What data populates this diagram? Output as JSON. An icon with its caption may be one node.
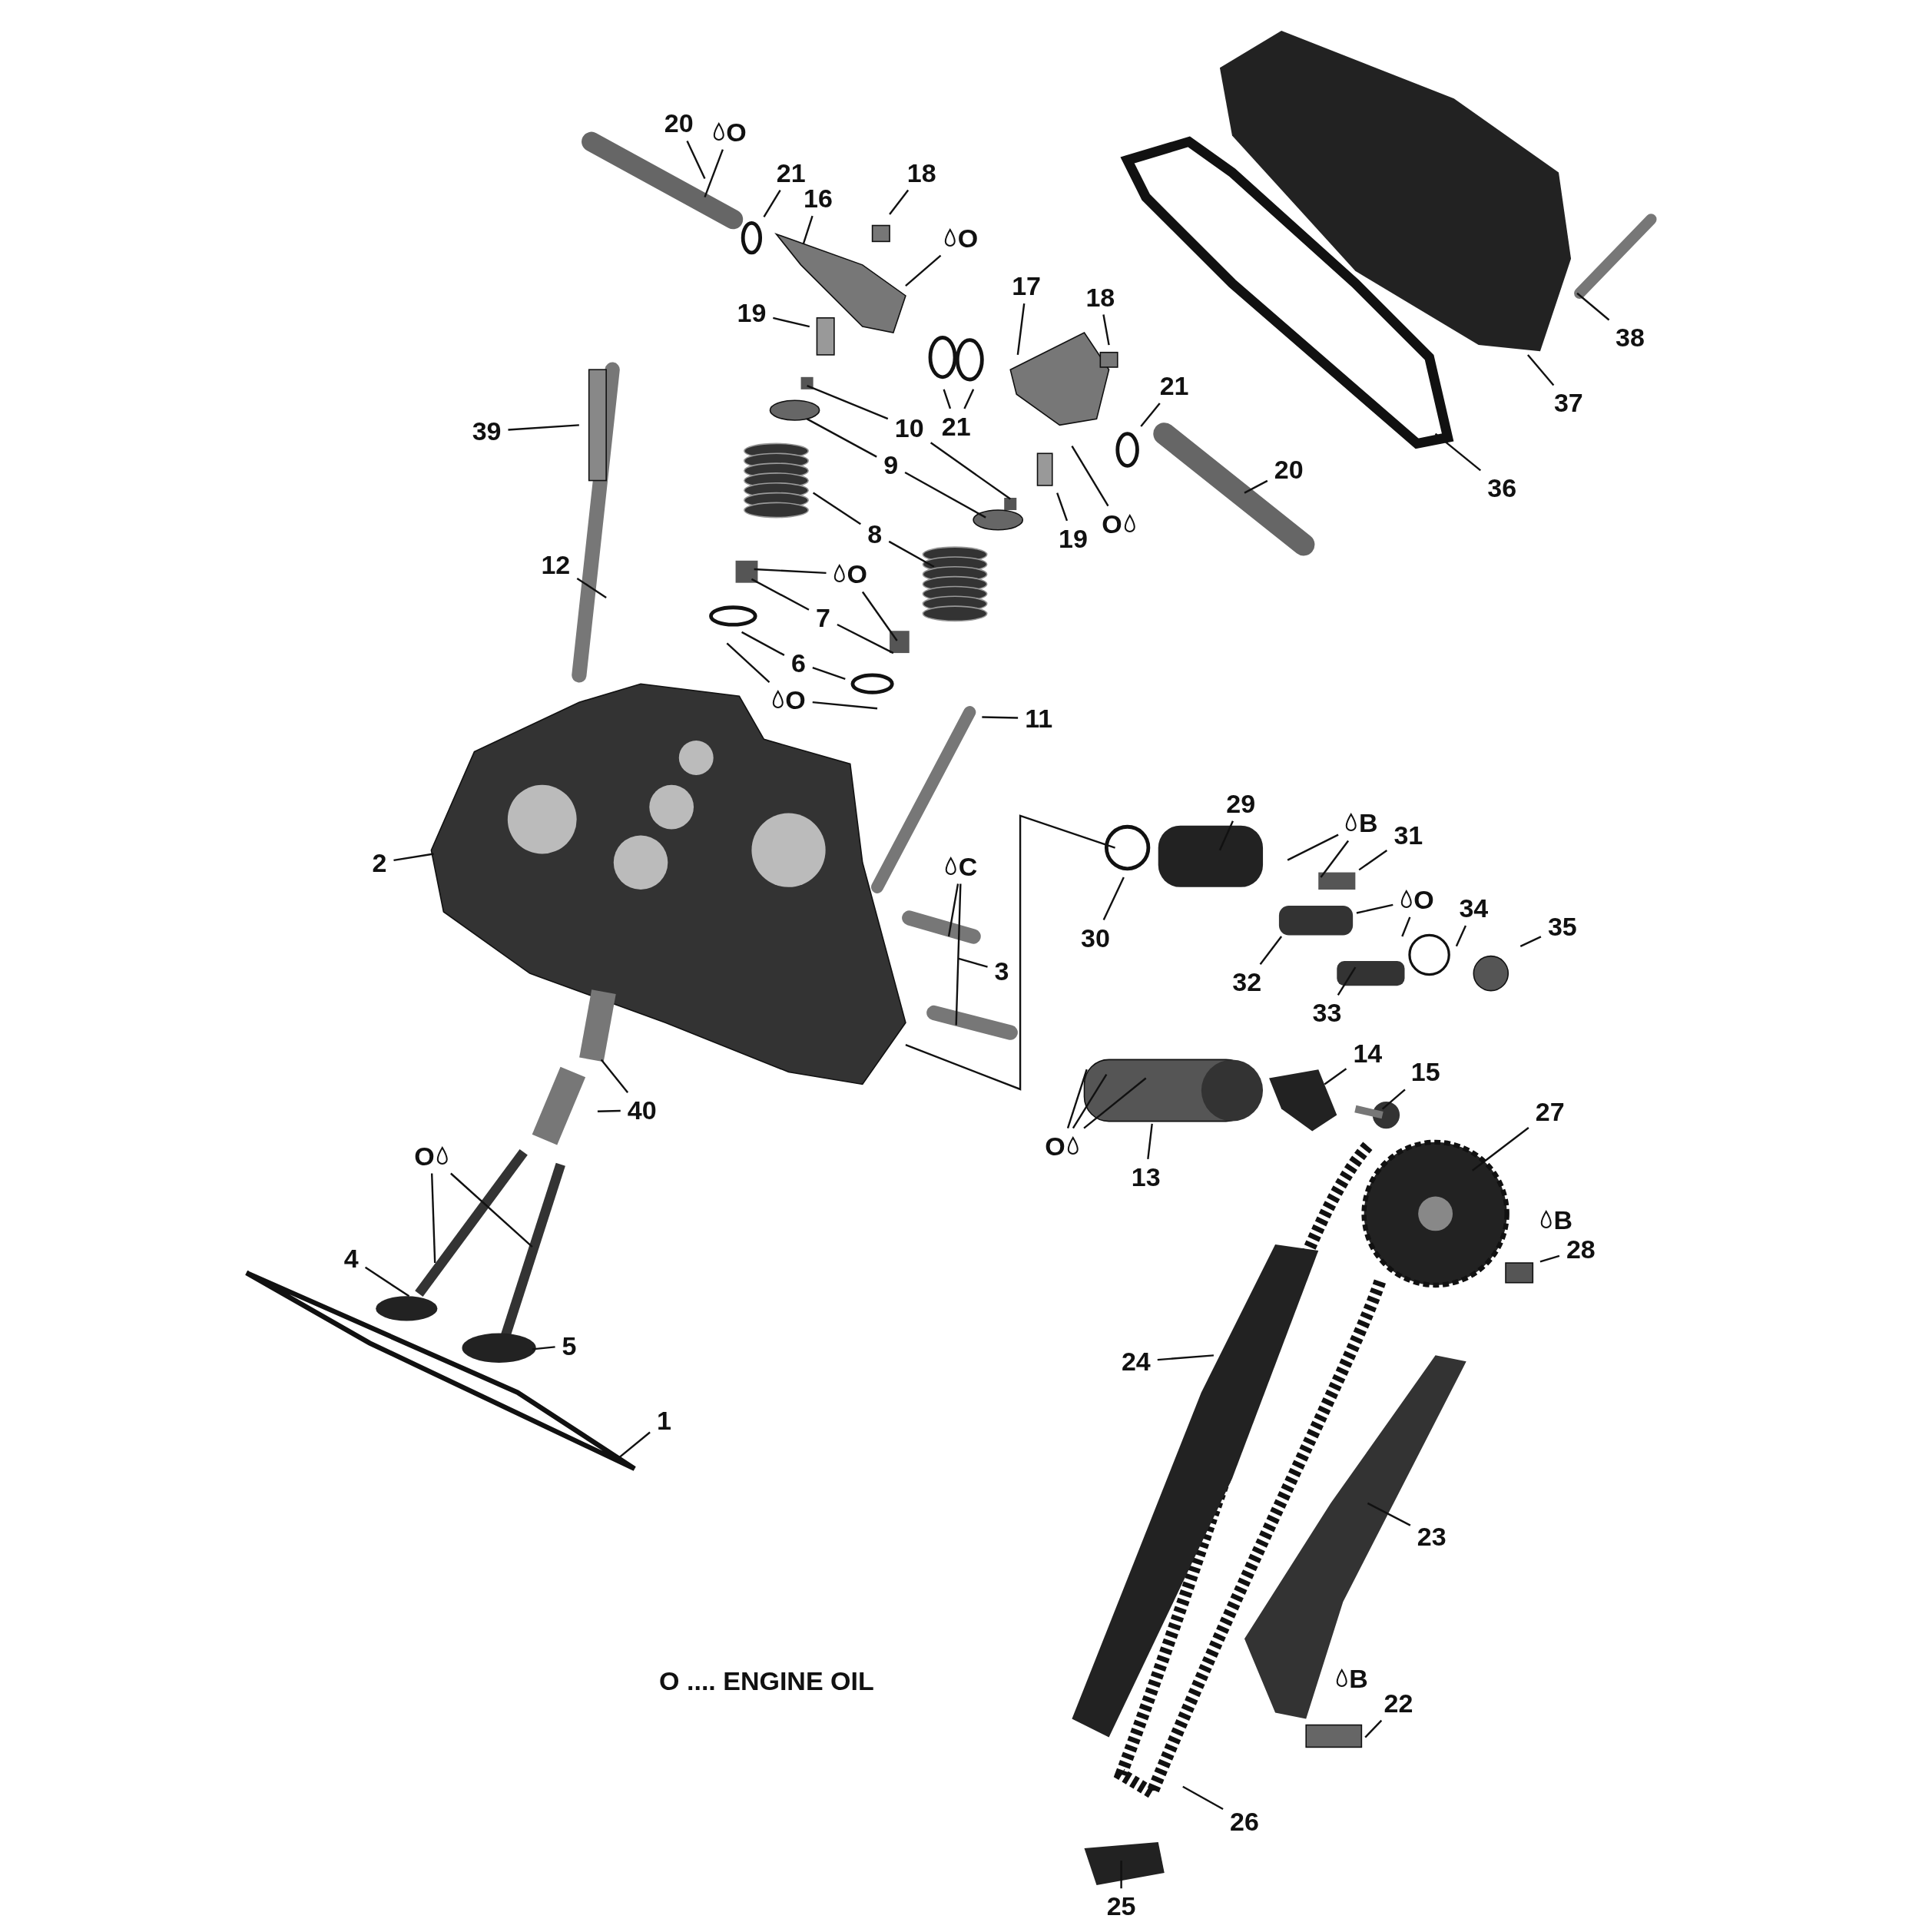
{
  "diagram": {
    "nodes": [
      {
        "text": [
          "20"
        ]
      },
      {
        "text": [
          "O"
        ]
      },
      {
        "text": [
          "21"
        ]
      },
      {
        "text": [
          "16"
        ]
      },
      {
        "text": [
          "18"
        ]
      },
      {
        "text": [
          "O"
        ]
      },
      {
        "text": [
          "19"
        ]
      },
      {
        "text": [
          "17"
        ]
      },
      {
        "text": [
          "18"
        ]
      },
      {
        "text": [
          "21"
        ]
      },
      {
        "text": [
          "21"
        ]
      },
      {
        "text": [
          "39"
        ]
      },
      {
        "text": [
          "10"
        ]
      },
      {
        "text": [
          "9"
        ]
      },
      {
        "text": [
          "8"
        ]
      },
      {
        "text": [
          "O"
        ]
      },
      {
        "text": [
          "19"
        ]
      },
      {
        "text": [
          "20"
        ]
      },
      {
        "text": [
          "36"
        ]
      },
      {
        "text": [
          "37"
        ]
      },
      {
        "text": [
          "38"
        ]
      },
      {
        "text": [
          "12"
        ]
      },
      {
        "text": [
          "O"
        ]
      },
      {
        "text": [
          "7"
        ]
      },
      {
        "text": [
          "6"
        ]
      },
      {
        "text": [
          "O"
        ]
      },
      {
        "text": [
          "11"
        ]
      },
      {
        "text": [
          "2"
        ]
      },
      {
        "text": [
          "C"
        ]
      },
      {
        "text": [
          "3"
        ]
      },
      {
        "text": [
          "29"
        ]
      },
      {
        "text": [
          "B"
        ]
      },
      {
        "text": [
          "31"
        ]
      },
      {
        "text": [
          "30"
        ]
      },
      {
        "text": [
          "O"
        ]
      },
      {
        "text": [
          "34"
        ]
      },
      {
        "text": [
          "35"
        ]
      },
      {
        "text": [
          "32"
        ]
      },
      {
        "text": [
          "33"
        ]
      },
      {
        "text": [
          "14"
        ]
      },
      {
        "text": [
          "15"
        ]
      },
      {
        "text": [
          "O"
        ]
      },
      {
        "text": [
          "13"
        ]
      },
      {
        "text": [
          "27"
        ]
      },
      {
        "text": [
          "40"
        ]
      },
      {
        "text": [
          "O"
        ]
      },
      {
        "text": [
          "4"
        ]
      },
      {
        "text": [
          "5"
        ]
      },
      {
        "text": [
          "1"
        ]
      },
      {
        "text": [
          "28"
        ]
      },
      {
        "text": [
          "24"
        ]
      },
      {
        "text": [
          "23"
        ]
      },
      {
        "text": [
          "22"
        ]
      },
      {
        "text": [
          "26"
        ]
      },
      {
        "text": [
          "25"
        ]
      }
    ],
    "edges": [
      {
        "from": 0,
        "to": null,
        "arrow": "none"
      },
      {
        "from": 1,
        "to": null,
        "arrow": "none"
      },
      {
        "from": 2,
        "to": null,
        "arrow": "none"
      },
      {
        "from": 3,
        "to": null,
        "arrow": "none"
      },
      {
        "from": 4,
        "to": null,
        "arrow": "none"
      },
      {
        "from": 5,
        "to": null,
        "arrow": "none"
      },
      {
        "from": 6,
        "to": null,
        "arrow": "none"
      },
      {
        "from": 7,
        "to": null,
        "arrow": "none"
      },
      {
        "from": 8,
        "to": null,
        "arrow": "none"
      },
      {
        "from": 9,
        "to": null,
        "arrow": "none"
      },
      {
        "from": 9,
        "to": null,
        "arrow": "none"
      },
      {
        "from": 10,
        "to": null,
        "arrow": "none"
      },
      {
        "from": 11,
        "to": null,
        "arrow": "none"
      },
      {
        "from": 12,
        "to": null,
        "arrow": "none"
      },
      {
        "from": 12,
        "to": null,
        "arrow": "none"
      },
      {
        "from": 13,
        "to": null,
        "arrow": "none"
      },
      {
        "from": 13,
        "to": null,
        "arrow": "none"
      },
      {
        "from": 14,
        "to": null,
        "arrow": "none"
      },
      {
        "from": 14,
        "to": null,
        "arrow": "none"
      },
      {
        "from": 15,
        "to": null,
        "arrow": "none"
      },
      {
        "from": 16,
        "to": null,
        "arrow": "none"
      },
      {
        "from": 17,
        "to": null,
        "arrow": "none"
      },
      {
        "from": 18,
        "to": null,
        "arrow": "none"
      },
      {
        "from": 19,
        "to": null,
        "arrow": "none"
      },
      {
        "from": 20,
        "to": null,
        "arrow": "none"
      },
      {
        "from": 21,
        "to": null,
        "arrow": "none"
      },
      {
        "from": 22,
        "to": null,
        "arrow": "none"
      },
      {
        "from": 22,
        "to": null,
        "arrow": "none"
      },
      {
        "from": 23,
        "to": null,
        "arrow": "none"
      },
      {
        "from": 23,
        "to": null,
        "arrow": "none"
      },
      {
        "from": 24,
        "to": null,
        "arrow": "none"
      },
      {
        "from": 24,
        "to": null,
        "arrow": "none"
      },
      {
        "from": 25,
        "to": null,
        "arrow": "none"
      },
      {
        "from": 25,
        "to": null,
        "arrow": "none"
      },
      {
        "from": 26,
        "to": null,
        "arrow": "none"
      },
      {
        "from": 27,
        "to": null,
        "arrow": "none"
      },
      {
        "from": 28,
        "to": null,
        "arrow": "none"
      },
      {
        "from": 28,
        "to": null,
        "arrow": "none"
      },
      {
        "from": 29,
        "to": null,
        "arrow": "none"
      },
      {
        "from": 30,
        "to": null,
        "arrow": "none"
      },
      {
        "from": 31,
        "to": null,
        "arrow": "none"
      },
      {
        "from": 31,
        "to": null,
        "arrow": "none"
      },
      {
        "from": 32,
        "to": null,
        "arrow": "none"
      },
      {
        "from": 33,
        "to": null,
        "arrow": "none"
      },
      {
        "from": 34,
        "to": null,
        "arrow": "none"
      },
      {
        "from": 34,
        "to": null,
        "arrow": "none"
      },
      {
        "from": 35,
        "to": null,
        "arrow": "none"
      },
      {
        "from": 36,
        "to": null,
        "arrow": "none"
      },
      {
        "from": 37,
        "to": null,
        "arrow": "none"
      },
      {
        "from": 38,
        "to": null,
        "arrow": "none"
      },
      {
        "from": 39,
        "to": null,
        "arrow": "none"
      },
      {
        "from": 40,
        "to": null,
        "arrow": "none"
      },
      {
        "from": 41,
        "to": null,
        "arrow": "none"
      },
      {
        "from": 41,
        "to": null,
        "arrow": "none"
      },
      {
        "from": 41,
        "to": null,
        "arrow": "none"
      },
      {
        "from": 42,
        "to": null,
        "arrow": "none"
      },
      {
        "from": 43,
        "to": null,
        "arrow": "none"
      },
      {
        "from": 44,
        "to": null,
        "arrow": "none"
      },
      {
        "from": 44,
        "to": null,
        "arrow": "none"
      },
      {
        "from": 45,
        "to": null,
        "arrow": "none"
      },
      {
        "from": 45,
        "to": null,
        "arrow": "none"
      },
      {
        "from": 46,
        "to": null,
        "arrow": "none"
      },
      {
        "from": 47,
        "to": null,
        "arrow": "none"
      },
      {
        "from": 48,
        "to": null,
        "arrow": "none"
      },
      {
        "from": 49,
        "to": null,
        "arrow": "none"
      },
      {
        "from": 50,
        "to": null,
        "arrow": "none"
      },
      {
        "from": 51,
        "to": null,
        "arrow": "none"
      },
      {
        "from": 52,
        "to": null,
        "arrow": "none"
      },
      {
        "from": 53,
        "to": null,
        "arrow": "none"
      },
      {
        "from": 54,
        "to": null,
        "arrow": "none"
      }
    ],
    "labels": [
      "B",
      "B",
      "O .... ENGINE OIL"
    ]
  }
}
